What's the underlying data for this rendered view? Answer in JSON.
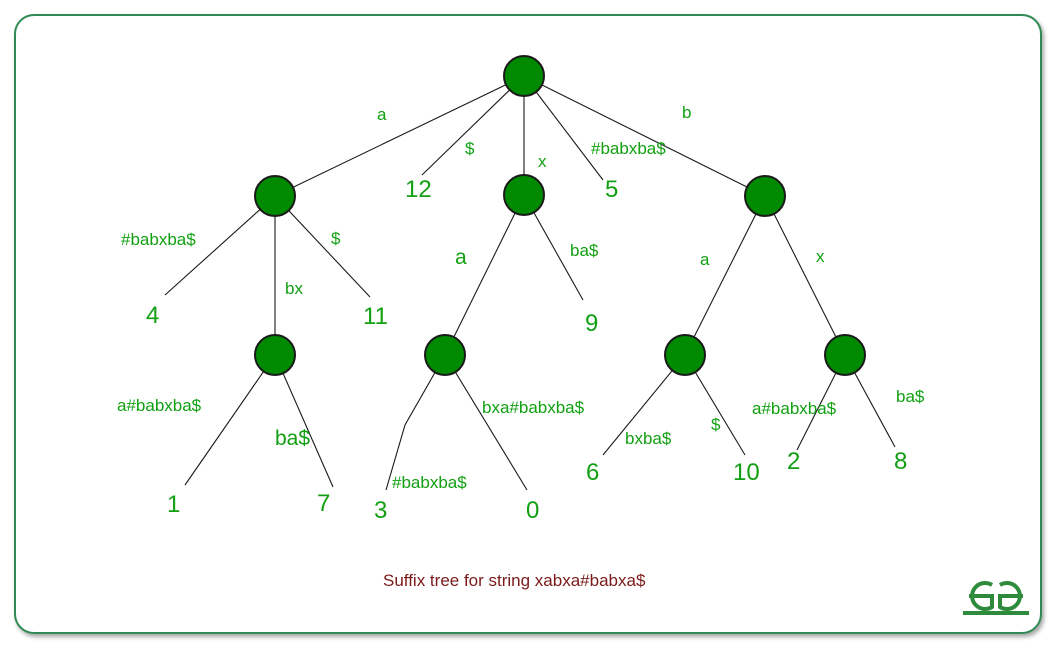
{
  "caption": "Suffix tree for string xabxa#babxa$",
  "tree": {
    "edge_labels": {
      "root_a": "a",
      "root_dollar": "$",
      "root_x": "x",
      "root_hash": "#babxba$",
      "root_b": "b",
      "a_hash": "#babxba$",
      "a_bx": "bx",
      "a_dollar": "$",
      "abx_a": "a#babxba$",
      "abx_ba": "ba$",
      "x_a": "a",
      "x_ba": "ba$",
      "xa_hash": "#babxba$",
      "xa_bxa": "bxa#babxba$",
      "b_a": "a",
      "b_x": "x",
      "ba_bxba": "bxba$",
      "ba_dollar": "$",
      "bx_a": "a#babxba$",
      "bx_ba": "ba$"
    },
    "leaves": {
      "l12": "12",
      "l5": "5",
      "l4": "4",
      "l11": "11",
      "l9": "9",
      "l1": "1",
      "l7": "7",
      "l3": "3",
      "l0": "0",
      "l6": "6",
      "l10": "10",
      "l2": "2",
      "l8": "8"
    }
  },
  "colors": {
    "node_fill": "#008a00",
    "label_green": "#12a012",
    "caption_red": "#7a1a1a",
    "frame_green": "#2e8b57"
  },
  "logo_icon": "gfg-logo-icon"
}
